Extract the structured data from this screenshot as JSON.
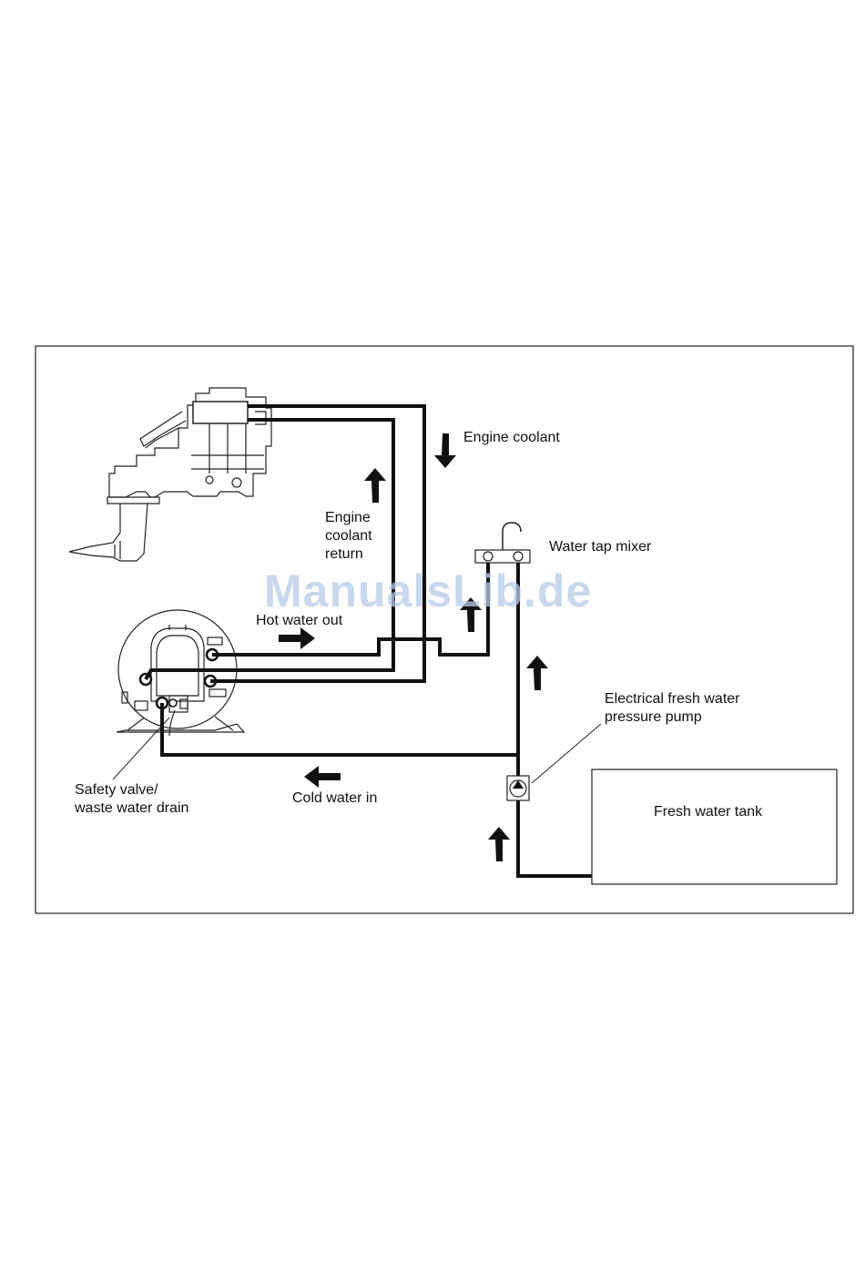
{
  "labels": {
    "engine_coolant": "Engine coolant",
    "engine_coolant_return": "Engine\ncoolant\nreturn",
    "water_tap_mixer": "Water tap mixer",
    "hot_water_out": "Hot water out",
    "electrical_pump": "Electrical fresh water\npressure pump",
    "safety_valve": "Safety valve/\nwaste water drain",
    "cold_water_in": "Cold water in",
    "fresh_water_tank": "Fresh water tank"
  },
  "watermark": "ManualsLib.de"
}
